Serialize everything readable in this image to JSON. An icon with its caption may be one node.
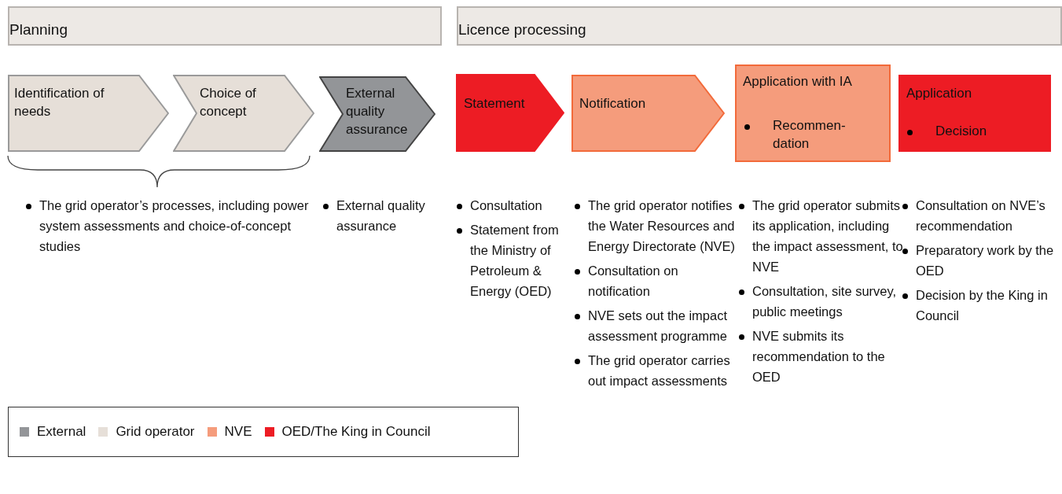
{
  "diagram": {
    "nodes": [
      {
        "text": [
          "Planning"
        ]
      },
      {
        "text": [
          "Licence processing"
        ]
      },
      {
        "text": [
          "Identification of needs"
        ]
      },
      {
        "text": [
          "Choice of concept"
        ]
      },
      {
        "text": [
          "External quality assurance"
        ],
        "beside": [
          "External quality assurance"
        ]
      },
      {
        "text": [
          "Statement"
        ],
        "beside": [
          "Consultation",
          "Statement from the Ministry of Petroleum & Energy (OED)"
        ]
      },
      {
        "text": [
          "Notification"
        ],
        "beside": [
          "The grid operator notifies the Water Resources and Energy Directorate (NVE)",
          "Consultation on notification",
          "NVE sets out the impact assessment programme",
          "The grid operator carries out impact assessments"
        ]
      },
      {
        "text": [
          "Application with IA",
          "Recommen-dation"
        ],
        "beside": [
          "The grid operator submits its application, including the impact assessment, to NVE",
          "Consultation, site survey, public meetings",
          "NVE submits its recommendation to the OED"
        ]
      },
      {
        "text": [
          "Application",
          "Decision"
        ],
        "beside": [
          "Consultation on NVE’s recommendation",
          "Preparatory work by the OED",
          "Decision by the King in Council"
        ]
      }
    ],
    "labels": [
      "The grid operator’s processes, including power system assessments and choice-of-concept studies"
    ],
    "legend": [
      {
        "text": "External",
        "color": "#939598"
      },
      {
        "text": "Grid operator",
        "color": "#e6dfd8"
      },
      {
        "text": "NVE",
        "color": "#f59c7c"
      },
      {
        "text": "OED/The King in Council",
        "color": "#ed1c24"
      }
    ]
  }
}
